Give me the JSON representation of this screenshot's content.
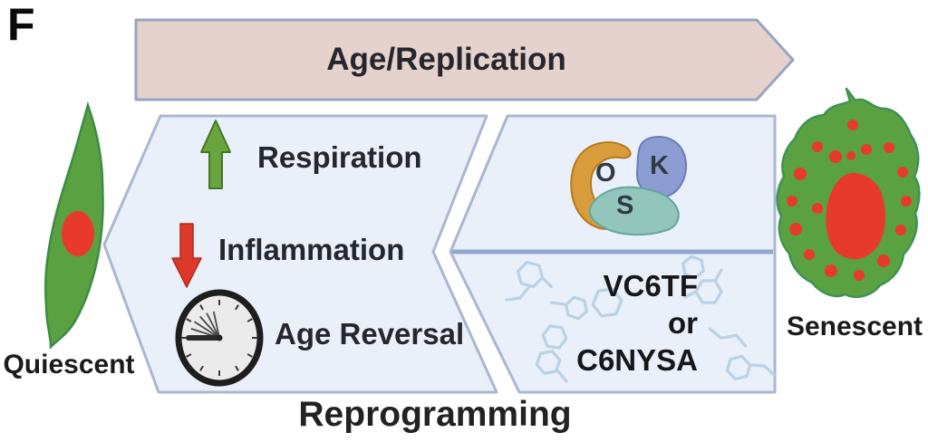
{
  "panel": {
    "label": "F"
  },
  "top_arrow": {
    "label": "Age/Replication"
  },
  "process_arrow": {
    "items": [
      {
        "icon": "arrow-up",
        "label": "Respiration"
      },
      {
        "icon": "arrow-down",
        "label": "Inflammation"
      },
      {
        "icon": "clock",
        "label": "Age Reversal"
      }
    ],
    "bottom_label": "Reprogramming"
  },
  "factors": {
    "osk": {
      "o": "O",
      "s": "S",
      "k": "K"
    }
  },
  "compounds": {
    "line1": "VC6TF",
    "line2": "or",
    "line3": "C6NYSA"
  },
  "cells": {
    "left": {
      "label": "Quiescent"
    },
    "right": {
      "label": "Senescent"
    }
  },
  "colors": {
    "arrow_fill": "#e5d2cc",
    "panel_fill": "#eaf0f9",
    "divider": "#93a7cc",
    "up_arrow": "#69a53e",
    "down_arrow": "#dc392b",
    "cell_green": "#5aa142",
    "nucleus_red": "#e8392d",
    "osk_orange": "#d99c3c",
    "osk_blue": "#8d9cd2",
    "osk_teal": "#92c5bb",
    "chem_blue": "#b9d2e6"
  }
}
